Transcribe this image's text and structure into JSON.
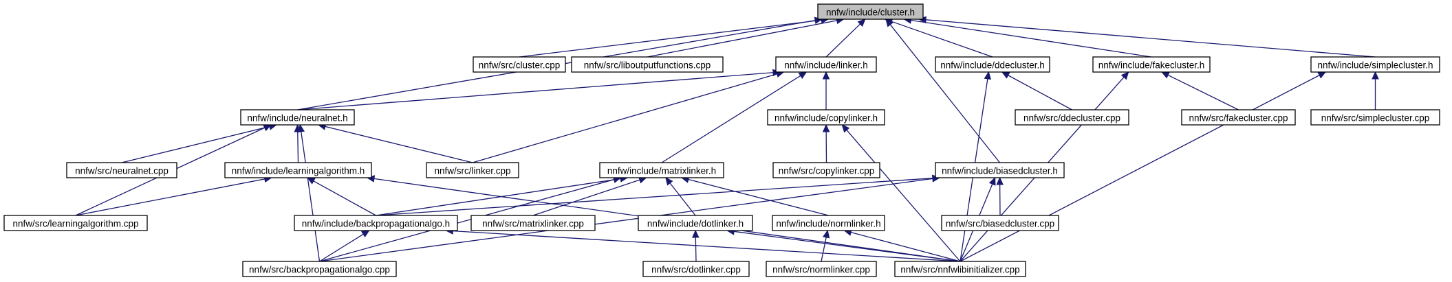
{
  "nodes": [
    {
      "id": "cluster_h",
      "label": "nnfw/include/cluster.h",
      "root": true
    },
    {
      "id": "cluster_cpp",
      "label": "nnfw/src/cluster.cpp"
    },
    {
      "id": "liboutput_cpp",
      "label": "nnfw/src/liboutputfunctions.cpp"
    },
    {
      "id": "linker_h",
      "label": "nnfw/include/linker.h"
    },
    {
      "id": "ddecluster_h",
      "label": "nnfw/include/ddecluster.h"
    },
    {
      "id": "fakecluster_h",
      "label": "nnfw/include/fakecluster.h"
    },
    {
      "id": "simplecluster_h",
      "label": "nnfw/include/simplecluster.h"
    },
    {
      "id": "neuralnet_h",
      "label": "nnfw/include/neuralnet.h"
    },
    {
      "id": "copylinker_h",
      "label": "nnfw/include/copylinker.h"
    },
    {
      "id": "ddecluster_cpp",
      "label": "nnfw/src/ddecluster.cpp"
    },
    {
      "id": "fakecluster_cpp",
      "label": "nnfw/src/fakecluster.cpp"
    },
    {
      "id": "simplecluster_cpp",
      "label": "nnfw/src/simplecluster.cpp"
    },
    {
      "id": "neuralnet_cpp",
      "label": "nnfw/src/neuralnet.cpp"
    },
    {
      "id": "learningalgorithm_h",
      "label": "nnfw/include/learningalgorithm.h"
    },
    {
      "id": "linker_cpp",
      "label": "nnfw/src/linker.cpp"
    },
    {
      "id": "matrixlinker_h",
      "label": "nnfw/include/matrixlinker.h"
    },
    {
      "id": "copylinker_cpp",
      "label": "nnfw/src/copylinker.cpp"
    },
    {
      "id": "biasedcluster_h",
      "label": "nnfw/include/biasedcluster.h"
    },
    {
      "id": "learningalgorithm_cpp",
      "label": "nnfw/src/learningalgorithm.cpp"
    },
    {
      "id": "backprop_h",
      "label": "nnfw/include/backpropagationalgo.h"
    },
    {
      "id": "matrixlinker_cpp",
      "label": "nnfw/src/matrixlinker.cpp"
    },
    {
      "id": "dotlinker_h",
      "label": "nnfw/include/dotlinker.h"
    },
    {
      "id": "normlinker_h",
      "label": "nnfw/include/normlinker.h"
    },
    {
      "id": "biasedcluster_cpp",
      "label": "nnfw/src/biasedcluster.cpp"
    },
    {
      "id": "backprop_cpp",
      "label": "nnfw/src/backpropagationalgo.cpp"
    },
    {
      "id": "dotlinker_cpp",
      "label": "nnfw/src/dotlinker.cpp"
    },
    {
      "id": "normlinker_cpp",
      "label": "nnfw/src/normlinker.cpp"
    },
    {
      "id": "nnfwlibinit_cpp",
      "label": "nnfw/src/nnfwlibinitializer.cpp"
    }
  ],
  "edges": [
    {
      "from": "cluster_cpp",
      "to": "cluster_h"
    },
    {
      "from": "liboutput_cpp",
      "to": "cluster_h"
    },
    {
      "from": "linker_h",
      "to": "cluster_h"
    },
    {
      "from": "ddecluster_h",
      "to": "cluster_h"
    },
    {
      "from": "fakecluster_h",
      "to": "cluster_h"
    },
    {
      "from": "simplecluster_h",
      "to": "cluster_h"
    },
    {
      "from": "neuralnet_h",
      "to": "cluster_h"
    },
    {
      "from": "biasedcluster_h",
      "to": "cluster_h"
    },
    {
      "from": "neuralnet_h",
      "to": "linker_h"
    },
    {
      "from": "copylinker_h",
      "to": "linker_h"
    },
    {
      "from": "linker_cpp",
      "to": "linker_h"
    },
    {
      "from": "matrixlinker_h",
      "to": "linker_h"
    },
    {
      "from": "ddecluster_cpp",
      "to": "ddecluster_h"
    },
    {
      "from": "nnfwlibinit_cpp",
      "to": "ddecluster_h"
    },
    {
      "from": "fakecluster_cpp",
      "to": "fakecluster_h"
    },
    {
      "from": "nnfwlibinit_cpp",
      "to": "fakecluster_h"
    },
    {
      "from": "simplecluster_cpp",
      "to": "simplecluster_h"
    },
    {
      "from": "nnfwlibinit_cpp",
      "to": "simplecluster_h"
    },
    {
      "from": "neuralnet_cpp",
      "to": "neuralnet_h"
    },
    {
      "from": "learningalgorithm_h",
      "to": "neuralnet_h"
    },
    {
      "from": "linker_cpp",
      "to": "neuralnet_h"
    },
    {
      "from": "learningalgorithm_cpp",
      "to": "neuralnet_h"
    },
    {
      "from": "backprop_cpp",
      "to": "neuralnet_h"
    },
    {
      "from": "copylinker_cpp",
      "to": "copylinker_h"
    },
    {
      "from": "nnfwlibinit_cpp",
      "to": "copylinker_h"
    },
    {
      "from": "learningalgorithm_cpp",
      "to": "learningalgorithm_h"
    },
    {
      "from": "backprop_h",
      "to": "learningalgorithm_h"
    },
    {
      "from": "nnfwlibinit_cpp",
      "to": "learningalgorithm_h"
    },
    {
      "from": "backprop_h",
      "to": "matrixlinker_h"
    },
    {
      "from": "matrixlinker_cpp",
      "to": "matrixlinker_h"
    },
    {
      "from": "dotlinker_h",
      "to": "matrixlinker_h"
    },
    {
      "from": "normlinker_h",
      "to": "matrixlinker_h"
    },
    {
      "from": "backprop_cpp",
      "to": "matrixlinker_h"
    },
    {
      "from": "backprop_h",
      "to": "biasedcluster_h"
    },
    {
      "from": "biasedcluster_cpp",
      "to": "biasedcluster_h"
    },
    {
      "from": "nnfwlibinit_cpp",
      "to": "biasedcluster_h"
    },
    {
      "from": "backprop_cpp",
      "to": "biasedcluster_h"
    },
    {
      "from": "backprop_cpp",
      "to": "backprop_h"
    },
    {
      "from": "nnfwlibinit_cpp",
      "to": "backprop_h"
    },
    {
      "from": "dotlinker_cpp",
      "to": "dotlinker_h"
    },
    {
      "from": "nnfwlibinit_cpp",
      "to": "dotlinker_h"
    },
    {
      "from": "normlinker_cpp",
      "to": "normlinker_h"
    },
    {
      "from": "nnfwlibinit_cpp",
      "to": "normlinker_h"
    }
  ],
  "colors": {
    "edge": "#191970",
    "root_fill": "#bfbfbf",
    "node_fill": "#ffffff",
    "node_stroke": "#000000"
  }
}
